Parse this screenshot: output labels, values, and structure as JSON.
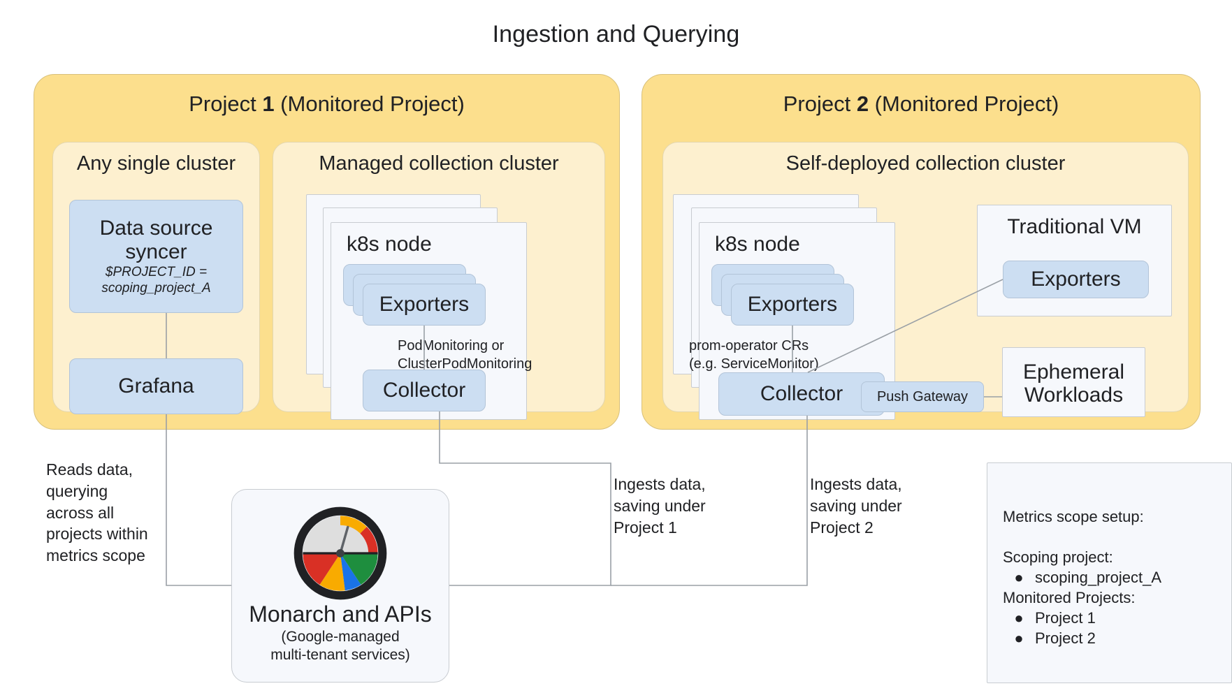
{
  "title": "Ingestion and Querying",
  "projects": [
    {
      "name": "project-1",
      "title_prefix": "Project ",
      "title_number": "1",
      "title_suffix": " (Monitored Project)",
      "clusters": [
        {
          "name": "any-single-cluster",
          "title": "Any single cluster",
          "boxes": [
            {
              "label": "Data source\nsyncer",
              "sub": "$PROJECT_ID =\nscoping_project_A"
            },
            {
              "label": "Grafana"
            }
          ]
        },
        {
          "name": "managed-collection-cluster",
          "title": "Managed collection cluster",
          "node_label": "k8s node",
          "exporters_label": "Exporters",
          "collector_label": "Collector",
          "edge_label": "PodMonitoring or\nClusterPodMonitoring"
        }
      ]
    },
    {
      "name": "project-2",
      "title_prefix": "Project ",
      "title_number": "2",
      "title_suffix": " (Monitored Project)",
      "clusters": [
        {
          "name": "self-deployed-collection-cluster",
          "title": "Self-deployed collection cluster",
          "node_label": "k8s node",
          "exporters_label": "Exporters",
          "collector_label": "Collector",
          "edge_label": "prom-operator CRs\n(e.g. ServiceMonitor)",
          "push_gateway_label": "Push Gateway",
          "vm_title": "Traditional VM",
          "vm_exporters_label": "Exporters",
          "ephemeral_title": "Ephemeral\nWorkloads"
        }
      ]
    }
  ],
  "monarch": {
    "title": "Monarch and APIs",
    "subtitle": "(Google-managed\nmulti-tenant services)",
    "logo_colors": {
      "ring": "#202124",
      "dial": "#dedede",
      "yellow": "#f9ab00",
      "red": "#d93025",
      "green": "#1e8e3e",
      "blue": "#1a73e8"
    }
  },
  "edges": {
    "reads": "Reads data,\nquerying\nacross all\nprojects within\nmetrics scope",
    "ingest_p1": "Ingests data,\nsaving under\nProject 1",
    "ingest_p2": "Ingests data,\nsaving under\nProject 2"
  },
  "scope": {
    "heading": "Metrics scope setup:",
    "scoping_label": "Scoping project:",
    "scoping_items": [
      "scoping_project_A"
    ],
    "monitored_label": "Monitored Projects:",
    "monitored_items": [
      "Project 1",
      "Project 2"
    ],
    "bullet_glyph": "●"
  },
  "colors": {
    "project_fill": "#fcdf8d",
    "cluster_fill": "#fdf0cf",
    "blue_fill": "#ccdef2",
    "card_fill": "#f6f8fc",
    "line": "#9aa0a6"
  }
}
